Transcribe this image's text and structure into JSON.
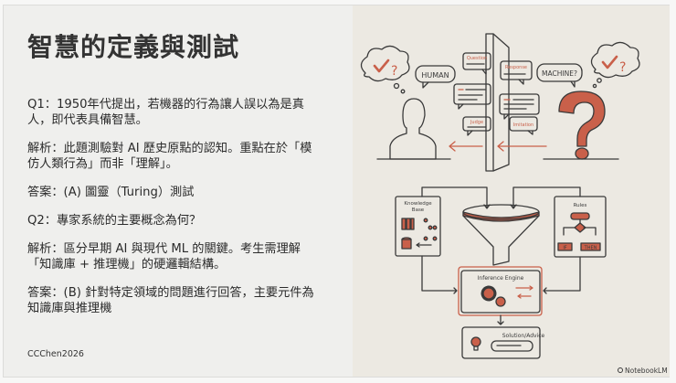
{
  "slide": {
    "title": "智慧的定義與測試",
    "paragraphs": [
      "Q1：1950年代提出，若機器的行為讓人誤以為是真人，即代表具備智慧。",
      "解析：此題測驗對 AI 歷史原點的認知。重點在於「模仿人類行為」而非「理解」。",
      "答案：(A) 圖靈（Turing）測試",
      "Q2：專家系統的主要概念為何？",
      "解析：區分早期 AI 與現代 ML 的關鍵。考生需理解「知識庫 + 推理機」的硬邏輯結構。",
      "答案：(B) 針對特定領域的問題進行回答，主要元件為知識庫與推理機"
    ],
    "footer": "CCChen2026"
  },
  "turing_diagram": {
    "human_label": "HUMAN",
    "machine_label": "MACHINE?",
    "question_label": "Question",
    "response_label": "Response",
    "judge_label": "Judge",
    "imitation_label": "Imitation",
    "thought_symbols": "✔?"
  },
  "expert_system_diagram": {
    "knowledge_base_label": [
      "Knowledge",
      "Base"
    ],
    "rules_label": "Rules",
    "if_label": "IF",
    "then_label": "THEN",
    "inference_engine_label": "Inference Engine",
    "solution_label": "Solution/Advice"
  },
  "watermark": "NotebookLM",
  "colors": {
    "accent": "#c9604a",
    "ink": "#3a3a3a",
    "panel": "#ece9e2"
  }
}
